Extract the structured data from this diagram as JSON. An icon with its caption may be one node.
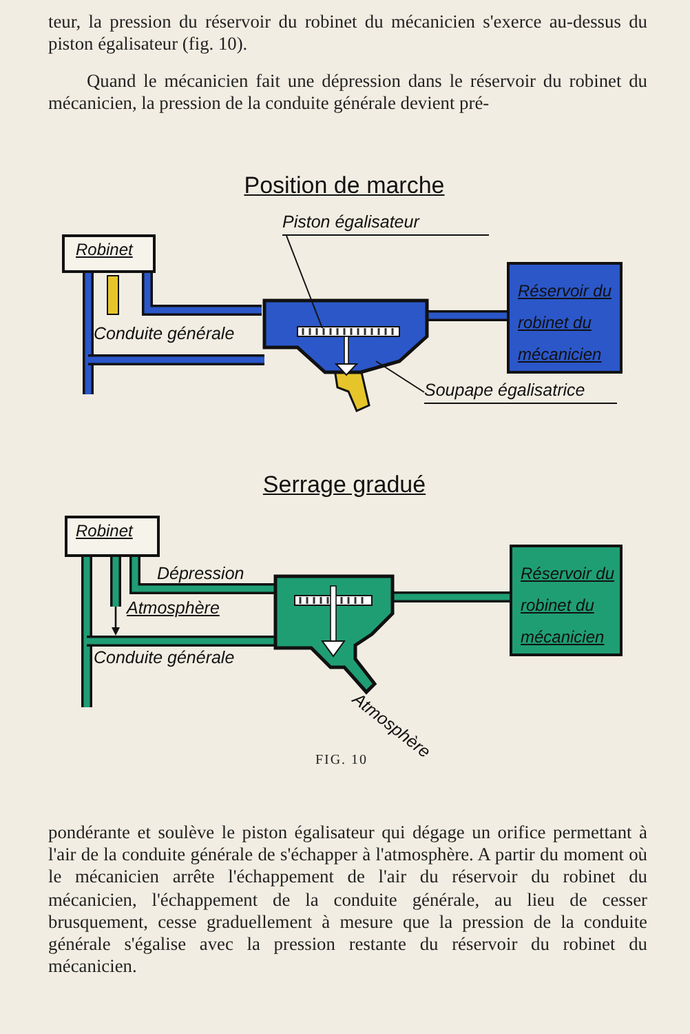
{
  "diagram": {
    "nodes": [
      {
        "text": [
          "Robinet"
        ]
      },
      {
        "text": [
          "Réservoir du robinet du mécanicien"
        ]
      },
      {
        "text": [
          "Piston égalisateur"
        ]
      },
      {
        "text": [
          "Soupape égalisatrice"
        ]
      },
      {
        "text": [
          "Robinet"
        ]
      },
      {
        "text": [
          "Réservoir du robinet du mécanicien"
        ]
      }
    ],
    "edges": [
      {
        "from": 2,
        "to": null,
        "arrow": "none"
      },
      {
        "from": 3,
        "to": null,
        "arrow": "none"
      }
    ],
    "labels": [
      "teur, la pression du réservoir du robinet du mécanicien s'exerce au-dessus du piston égalisateur (fig. 10).",
      "Quand le mécanicien fait une dépression dans le réservoir du robinet du mécanicien, la pression de la conduite générale devient pré-",
      "Position de marche",
      "Conduite générale",
      "Serrage gradué",
      "Dépression",
      "Atmosphère",
      "Conduite générale",
      "Atmosphère",
      "FIG. 10",
      "pondérante et soulève le piston égalisateur qui dégage un orifice permettant à l'air de la conduite générale de s'échapper à l'atmosphère. A partir du moment où le mécanicien arrête l'échappement de l'air du réservoir du robinet du mécanicien, l'échappement de la conduite générale, au lieu de cesser brusquement, cesse graduellement à mesure que la pression de la conduite générale s'égalise avec la pression restante du réservoir du robinet du mécanicien."
    ]
  }
}
